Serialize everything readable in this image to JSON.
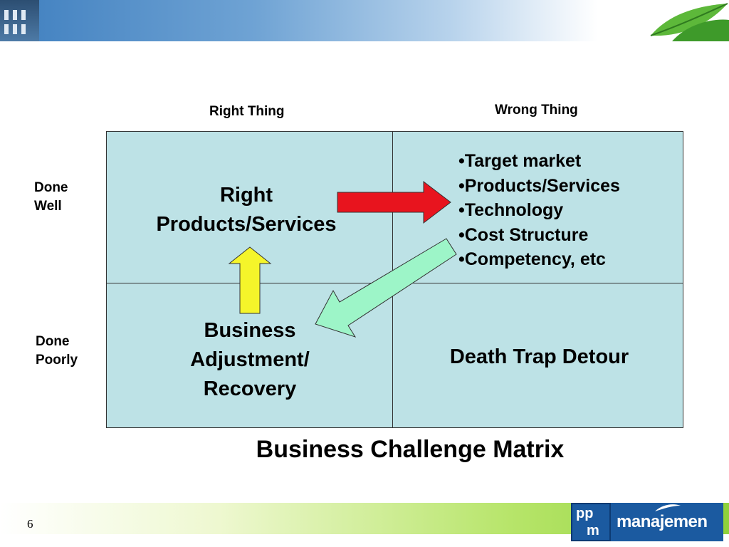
{
  "slide": {
    "page_number": "6",
    "title": "Business Challenge Matrix"
  },
  "columns": [
    "Right Thing",
    "Wrong Thing"
  ],
  "rows": [
    "Done\nWell",
    "Done\nPoorly"
  ],
  "quadrants": {
    "top_left": "Right\nProducts/Services",
    "top_right_bullets": [
      "•Target market",
      "•Products/Services",
      "•Technology",
      "•Cost Structure",
      "•Competency, etc"
    ],
    "bottom_left": "Business\nAdjustment/\nRecovery",
    "bottom_right": "Death Trap Detour"
  },
  "arrows": [
    {
      "name": "red-arrow",
      "color": "#e8141e",
      "direction": "right"
    },
    {
      "name": "green-arrow",
      "color": "#9df5c8",
      "direction": "down-left"
    },
    {
      "name": "yellow-arrow",
      "color": "#f5f52a",
      "direction": "up"
    }
  ],
  "logo": {
    "ppm_line1": "pp",
    "ppm_line2": "m",
    "wordmark": "manajemen"
  }
}
